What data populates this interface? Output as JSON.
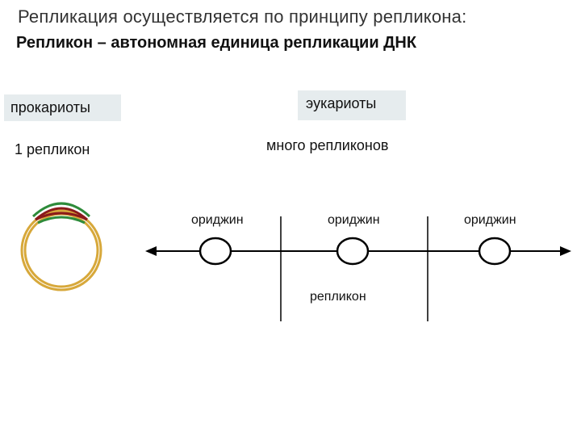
{
  "title": "Репликация осуществляется по принципу репликона:",
  "subtitle": "Репликон – автономная единица репликации ДНК",
  "prokaryotes": {
    "label": "прокариоты",
    "count_label": "1 репликон"
  },
  "eukaryotes": {
    "label": "эукариоты",
    "count_label": "много репликонов",
    "origins": [
      "ориджин",
      "ориджин",
      "ориджин"
    ],
    "replicon_label": "репликон"
  },
  "colors": {
    "box_fill": "#e6ecee",
    "dna_outer": "#d7a83a",
    "bubble_red": "#8b1a1a",
    "bubble_green": "#2e8b3a",
    "line": "#000000"
  }
}
